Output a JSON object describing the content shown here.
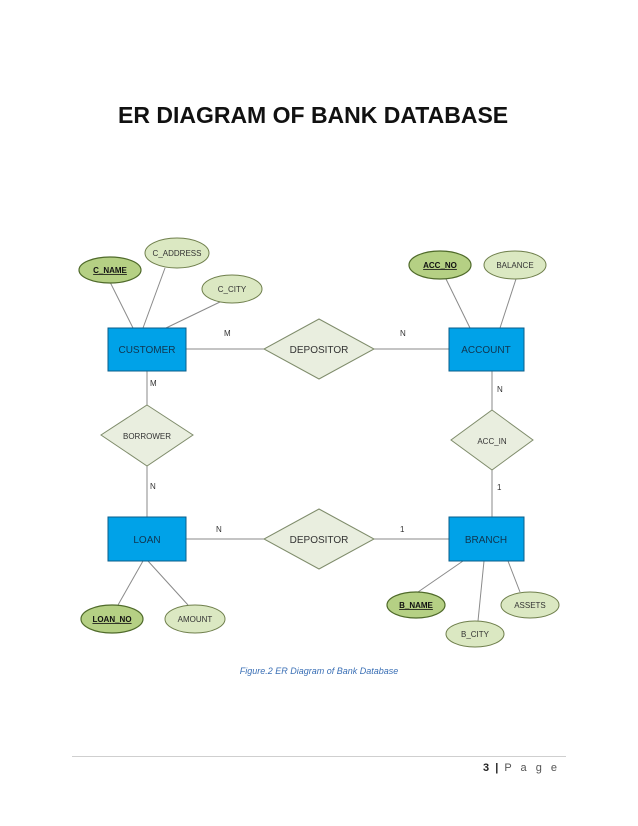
{
  "page": {
    "title": "ER DIAGRAM OF BANK DATABASE",
    "caption": "Figure.2 ER Diagram of Bank Database",
    "footer": {
      "page_number": "3",
      "separator": "|",
      "page_word": "P a g e"
    }
  },
  "colors": {
    "entity_fill": "#00a2e8",
    "entity_stroke": "#0a5d8a",
    "relationship_fill": "#e9eedf",
    "relationship_stroke": "#7f8c6b",
    "attribute_fill": "#dbe8c2",
    "attribute_stroke": "#6f7f4c",
    "key_attribute_fill": "#b5d084",
    "key_attribute_stroke": "#4f6a2a",
    "line": "#8a8a8a",
    "caption": "#3a6fb5"
  },
  "diagram": {
    "entities": [
      {
        "id": "customer",
        "label": "CUSTOMER"
      },
      {
        "id": "account",
        "label": "ACCOUNT"
      },
      {
        "id": "loan",
        "label": "LOAN"
      },
      {
        "id": "branch",
        "label": "BRANCH"
      }
    ],
    "relationships": [
      {
        "id": "depositor_top",
        "label": "DEPOSITOR"
      },
      {
        "id": "depositor_bottom",
        "label": "DEPOSITOR"
      },
      {
        "id": "borrower",
        "label": "BORROWER"
      },
      {
        "id": "acc_in",
        "label": "ACC_IN"
      }
    ],
    "attributes": [
      {
        "id": "c_name",
        "label": "C_NAME",
        "key": true,
        "entity": "customer"
      },
      {
        "id": "c_address",
        "label": "C_ADDRESS",
        "key": false,
        "entity": "customer"
      },
      {
        "id": "c_city",
        "label": "C_CITY",
        "key": false,
        "entity": "customer"
      },
      {
        "id": "acc_no",
        "label": "ACC_NO",
        "key": true,
        "entity": "account"
      },
      {
        "id": "balance",
        "label": "BALANCE",
        "key": false,
        "entity": "account"
      },
      {
        "id": "loan_no",
        "label": "LOAN_NO",
        "key": true,
        "entity": "loan"
      },
      {
        "id": "amount",
        "label": "AMOUNT",
        "key": false,
        "entity": "loan"
      },
      {
        "id": "b_name",
        "label": "B_NAME",
        "key": true,
        "entity": "branch"
      },
      {
        "id": "b_city",
        "label": "B_CITY",
        "key": false,
        "entity": "branch"
      },
      {
        "id": "assets",
        "label": "ASSETS",
        "key": false,
        "entity": "branch"
      }
    ],
    "cardinalities": [
      {
        "id": "customer_depositor",
        "label": "M"
      },
      {
        "id": "depositor_account",
        "label": "N"
      },
      {
        "id": "customer_borrower",
        "label": "M"
      },
      {
        "id": "borrower_loan",
        "label": "N"
      },
      {
        "id": "account_accin",
        "label": "N"
      },
      {
        "id": "accin_branch",
        "label": "1"
      },
      {
        "id": "loan_depositor",
        "label": "N"
      },
      {
        "id": "depositor_branch",
        "label": "1"
      }
    ]
  }
}
